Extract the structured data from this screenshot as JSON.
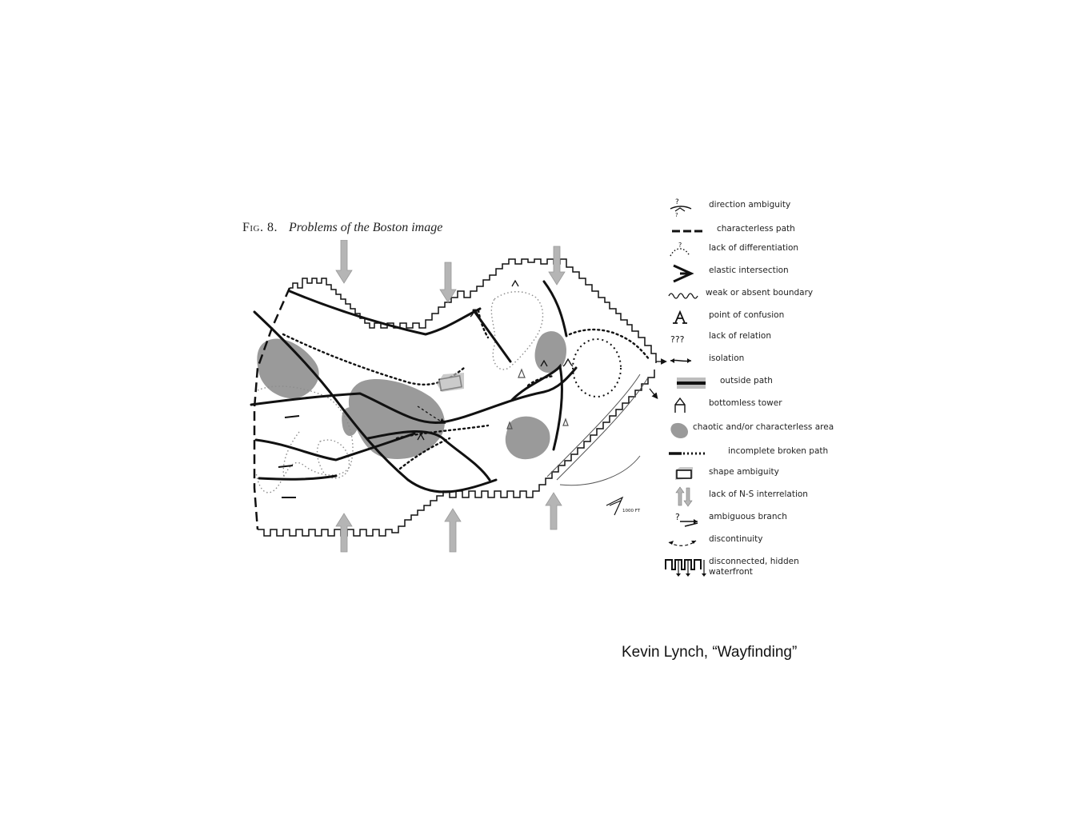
{
  "figure": {
    "fig_label": "Fig. 8.",
    "title": "Problems of the Boston image",
    "scale_label": "1000 FT"
  },
  "legend": {
    "items": [
      {
        "symbol": "direction-ambiguity",
        "label": "direction ambiguity"
      },
      {
        "symbol": "characterless-path",
        "label": "characterless path"
      },
      {
        "symbol": "lack-of-differentiation",
        "label": "lack of differentiation"
      },
      {
        "symbol": "elastic-intersection",
        "label": "elastic intersection"
      },
      {
        "symbol": "weak-boundary",
        "label": "weak or absent boundary"
      },
      {
        "symbol": "point-of-confusion",
        "label": "point of confusion"
      },
      {
        "symbol": "lack-of-relation",
        "label": "lack of relation"
      },
      {
        "symbol": "isolation",
        "label": "isolation"
      },
      {
        "symbol": "outside-path",
        "label": "outside path"
      },
      {
        "symbol": "bottomless-tower",
        "label": "bottomless tower"
      },
      {
        "symbol": "chaotic-area",
        "label": "chaotic and/or characterless area"
      },
      {
        "symbol": "incomplete-broken-path",
        "label": "incomplete broken path"
      },
      {
        "symbol": "shape-ambiguity",
        "label": "shape ambiguity"
      },
      {
        "symbol": "lack-of-ns-interrelation",
        "label": "lack of N-S interrelation"
      },
      {
        "symbol": "ambiguous-branch",
        "label": "ambiguous branch"
      },
      {
        "symbol": "discontinuity",
        "label": "discontinuity"
      },
      {
        "symbol": "disconnected-waterfront",
        "label": "disconnected, hidden waterfront"
      }
    ],
    "relation_glyph": "???"
  },
  "caption": "Kevin Lynch, “Wayfinding”",
  "colors": {
    "ink": "#111111",
    "area_gray": "#9a9a9a",
    "arrow_gray": "#b5b5b5",
    "light_line": "#8c8c8c"
  }
}
